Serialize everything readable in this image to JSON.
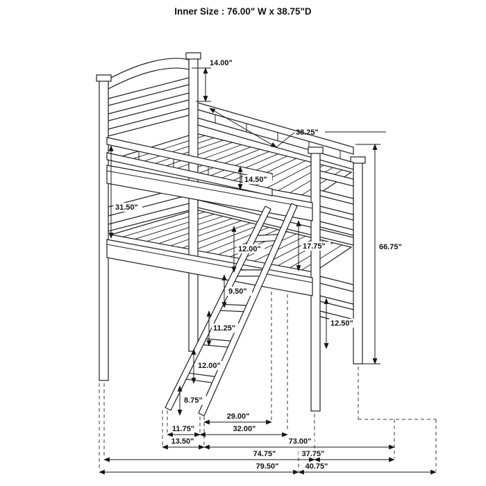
{
  "title": "Inner Size : 76.00\" W x  38.75\"D",
  "dimensions": {
    "headboard_top_height": "14.00\"",
    "slat_width": "38.25\"",
    "bunk_clearance": "31.50\"",
    "guardrail_height": "14.50\"",
    "overall_height": "66.75\"",
    "footboard_gap": "17.75\"",
    "ladder_step_1": "12.00\"",
    "ladder_step_2": "9.50\"",
    "ladder_step_3": "11.25\"",
    "ladder_step_4": "12.00\"",
    "ladder_step_5": "8.75\"",
    "lower_bunk_rail_height": "12.50\"",
    "ladder_reach": "29.00\"",
    "ladder_foot_width": "11.75\"",
    "ladder_span": "32.00\"",
    "ladder_footprint": "13.50\"",
    "frame_length": "73.00\"",
    "overall_length": "74.75\"",
    "frame_depth": "37.75\"",
    "max_length": "79.50\"",
    "overall_depth": "40.75\""
  }
}
